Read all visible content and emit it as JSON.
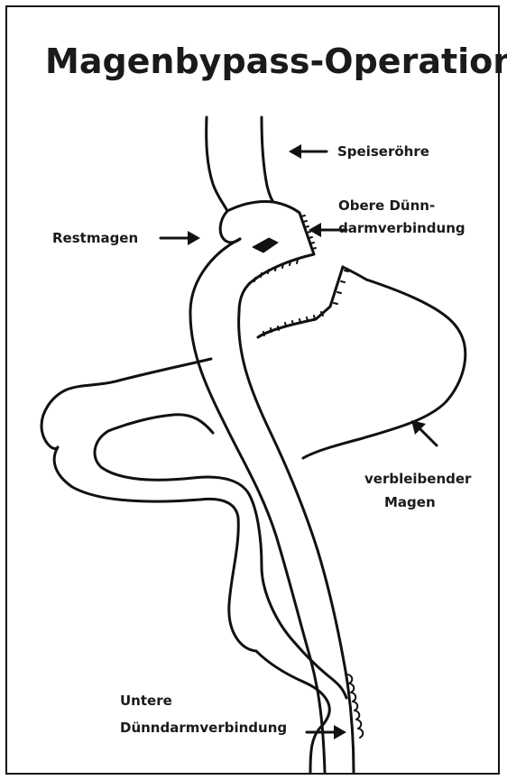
{
  "title": "Magenbypass-Operation",
  "labels": {
    "speiseroehre": "Speiseröhre",
    "obere_line1": "Obere Dünn-",
    "obere_line2": "darmverbindung",
    "restmagen": "Restmagen",
    "verbleibend_line1": "verbleibender",
    "verbleibend_line2": "Magen",
    "untere_line1": "Untere",
    "untere_line2": "Dünndarmverbindung"
  },
  "colors": {
    "ink": "#111111",
    "background": "#ffffff"
  }
}
